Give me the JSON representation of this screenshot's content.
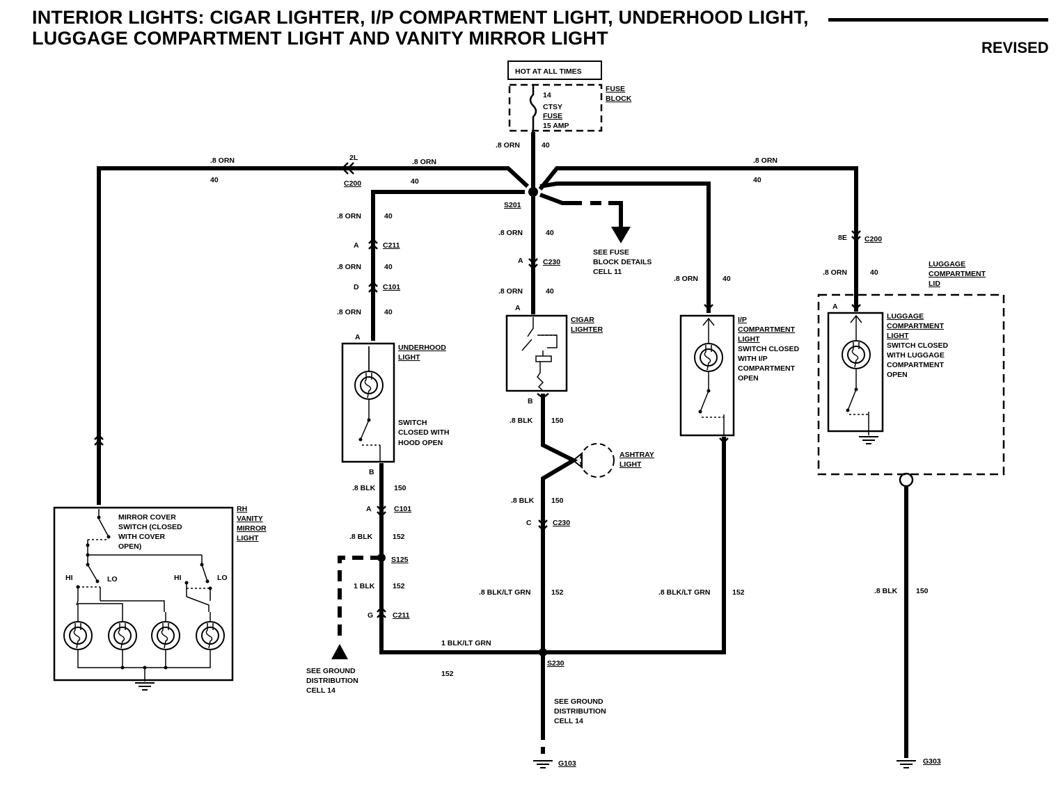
{
  "title": {
    "line1": "INTERIOR LIGHTS: CIGAR LIGHTER, I/P COMPARTMENT LIGHT, UNDERHOOD LIGHT,",
    "line2": "LUGGAGE COMPARTMENT LIGHT AND VANITY MIRROR LIGHT"
  },
  "revised": "REVISED",
  "source": {
    "hot": "HOT AT ALL TIMES",
    "fuse_num": "14",
    "fuse_name1": "CTSY",
    "fuse_name2": "FUSE",
    "fuse_amp": "15 AMP",
    "fuse_block1": "FUSE",
    "fuse_block2": "BLOCK"
  },
  "wires": {
    "orn": ".8 ORN",
    "c40": "40",
    "blk": ".8 BLK",
    "c150": "150",
    "c152": "152",
    "one_blk": "1 BLK",
    "blk_ltgrn": ".8 BLK/LT GRN",
    "one_blk_ltgrn": "1 BLK/LT GRN"
  },
  "connectors": {
    "c200": "C200",
    "pin_2l": "2L",
    "pin_8e": "8E",
    "s201": "S201",
    "c211": "C211",
    "c101": "C101",
    "c230": "C230",
    "s125": "S125",
    "s230": "S230",
    "g103": "G103",
    "g303": "G303",
    "pin_a": "A",
    "pin_b": "B",
    "pin_c": "C",
    "pin_d": "D",
    "pin_g": "G"
  },
  "notes": {
    "fuse_details": [
      "SEE FUSE",
      "BLOCK DETAILS",
      "CELL 11"
    ],
    "ground_dist": [
      "SEE GROUND",
      "DISTRIBUTION",
      "CELL 14"
    ]
  },
  "components": {
    "underhood": {
      "name1": "UNDERHOOD",
      "name2": "LIGHT",
      "sw1": "SWITCH",
      "sw2": "CLOSED WITH",
      "sw3": "HOOD OPEN"
    },
    "cigar": {
      "name1": "CIGAR",
      "name2": "LIGHTER"
    },
    "ashtray": {
      "name1": "ASHTRAY",
      "name2": "LIGHT"
    },
    "ip": {
      "l1": "I/P",
      "l2": "COMPARTMENT",
      "l3": "LIGHT",
      "l4": "SWITCH CLOSED",
      "l5": "WITH I/P",
      "l6": "COMPARTMENT",
      "l7": "OPEN"
    },
    "luggage_lid": {
      "l1": "LUGGAGE",
      "l2": "COMPARTMENT",
      "l3": "LID"
    },
    "luggage": {
      "l1": "LUGGAGE",
      "l2": "COMPARTMENT",
      "l3": "LIGHT",
      "l4": "SWITCH CLOSED",
      "l5": "WITH LUGGAGE",
      "l6": "COMPARTMENT",
      "l7": "OPEN"
    },
    "vanity": {
      "l1": "RH",
      "l2": "VANITY",
      "l3": "MIRROR",
      "l4": "LIGHT",
      "sw1": "MIRROR COVER",
      "sw2": "SWITCH (CLOSED",
      "sw3": "WITH COVER",
      "sw4": "OPEN)",
      "hi": "HI",
      "lo": "LO"
    }
  }
}
